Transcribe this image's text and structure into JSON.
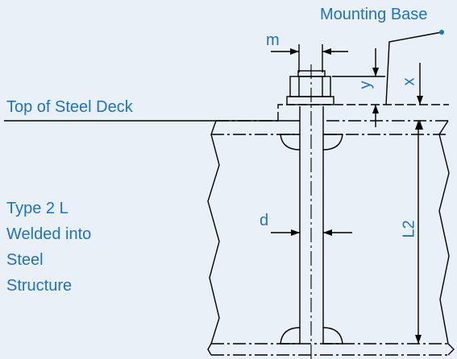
{
  "labels": {
    "mounting_base": "Mounting Base",
    "m": "m",
    "y": "y",
    "x": "x",
    "top_of_steel_deck": "Top of Steel Deck",
    "type_line1": "Type 2 L",
    "type_line2": "Welded into",
    "type_line3": "Steel",
    "type_line4": "Structure",
    "d": "d",
    "l2": "L2"
  },
  "colors": {
    "background": "#e9f0f8",
    "line": "#000000",
    "accent": "#1f73ba"
  }
}
